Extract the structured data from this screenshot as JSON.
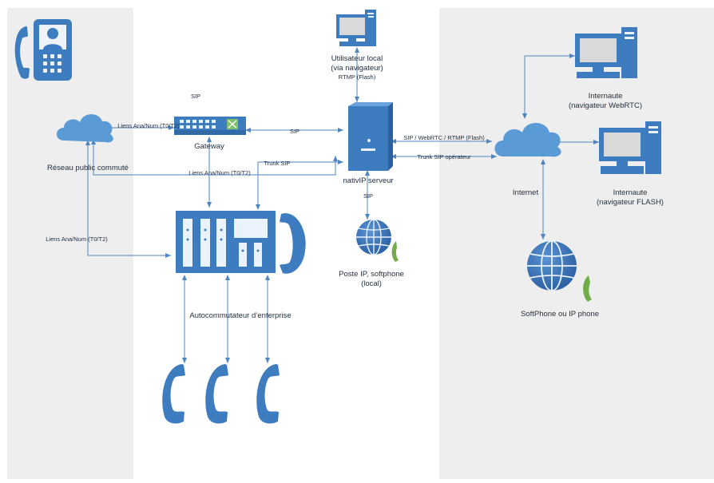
{
  "nodes": {
    "pstn": "Réseau public commuté",
    "gateway": "Gateway",
    "server": "nativIP serveur",
    "local_user_line1": "Utilisateur local",
    "local_user_line2": "(via navigateur)",
    "pbx": "Autocommutateur d’enterprise",
    "ip_phone_line1": "Poste IP, softphone",
    "ip_phone_line2": "(local)",
    "internet": "Internet",
    "webrtc_line1": "Internaute",
    "webrtc_line2": "(navigateur WebRTC)",
    "flash_line1": "Internaute",
    "flash_line2": "(navigateur FLASH)",
    "softphone": "SoftPhone ou IP phone"
  },
  "links": {
    "sip_top": "SIP",
    "liens_gw": "Liens Ana/Num (T0/T2)",
    "sip_gw_server": "SIP",
    "trunk_sip": "Trunk SIP",
    "liens_gw_below": "Liens Ana/Num (T0/T2)",
    "liens_left": "Liens Ana/Num (T0/T2)",
    "rtmp": "RTMP (Flash)",
    "sip_server_internet": "SIP / WebRTC / RTMP (Flash)",
    "trunk_sip_operator": "Trunk SIP opérateur",
    "sip_server_phone": "SIP"
  },
  "colors": {
    "icon": "#3e7cc0",
    "icon_light": "#5b9bd5",
    "connector": "#4e86c4",
    "panel": "#eeeeee",
    "handset_green": "#70ad47"
  }
}
